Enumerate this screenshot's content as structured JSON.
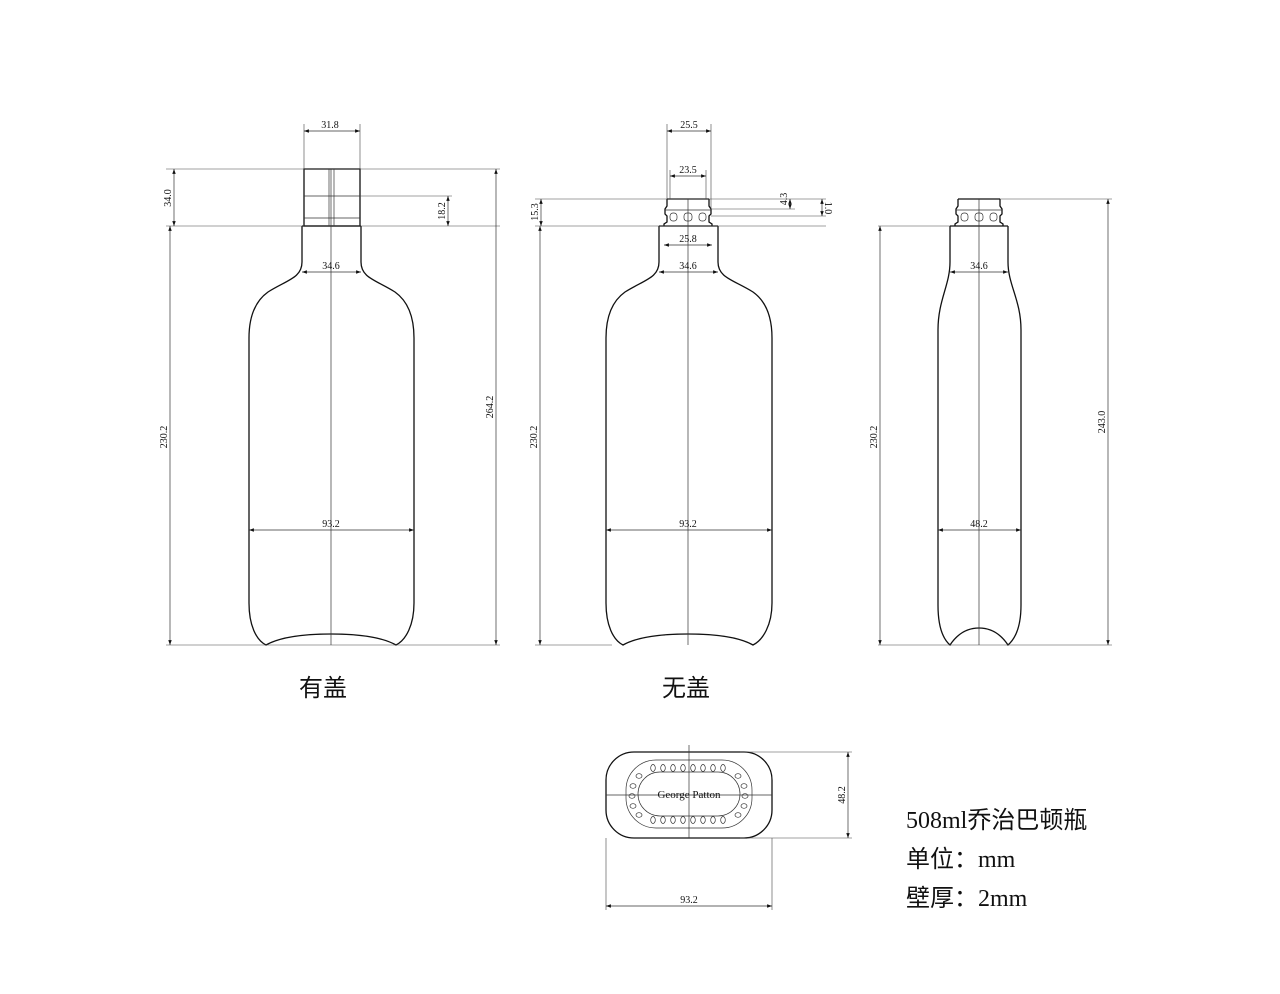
{
  "views": {
    "capped": {
      "caption": "有盖",
      "dims": {
        "cap_width": "31.8",
        "cap_height": "34.0",
        "cap_inner": "18.2",
        "neck_width": "34.6",
        "body_height": "230.2",
        "total_height": "264.2",
        "body_width": "93.2"
      }
    },
    "uncapped": {
      "caption": "无盖",
      "dims": {
        "finish_outer": "25.5",
        "finish_inner": "23.5",
        "thread_h1": "4.3",
        "thread_h2": "1.0",
        "finish_height": "15.3",
        "neck_base": "25.8",
        "neck_width": "34.6",
        "body_height": "230.2",
        "body_width": "93.2"
      }
    },
    "side": {
      "dims": {
        "neck_width": "34.6",
        "body_height": "230.2",
        "total_height": "243.0",
        "depth": "48.2"
      }
    },
    "bottom": {
      "emboss": "George Patton",
      "dims": {
        "depth": "48.2",
        "width": "93.2"
      }
    }
  },
  "spec": {
    "name": "508ml乔治巴顿瓶",
    "unit": "单位：mm",
    "wall": "壁厚：2mm"
  }
}
